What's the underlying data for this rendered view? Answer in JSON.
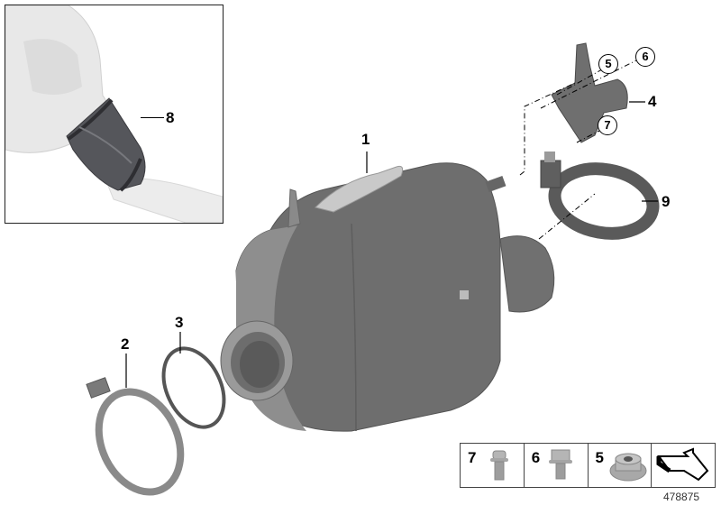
{
  "diagram": {
    "type": "exploded-parts-diagram",
    "subject": "diesel particulate filter / catalytic converter assembly",
    "figure_number": "478875",
    "inset": {
      "callout": "8",
      "part": "sleeve / coupling boot on intake pipe"
    },
    "callouts": [
      {
        "id": "1",
        "part": "main canister (particulate filter)"
      },
      {
        "id": "2",
        "part": "clamp with bolt"
      },
      {
        "id": "3",
        "part": "gasket ring"
      },
      {
        "id": "4",
        "part": "bracket"
      },
      {
        "id": "5",
        "part": "nut",
        "circled": true
      },
      {
        "id": "6",
        "part": "bolt",
        "circled": true
      },
      {
        "id": "7",
        "part": "bolt",
        "circled": true
      },
      {
        "id": "8",
        "part": "sleeve (inset)"
      },
      {
        "id": "9",
        "part": "strap clamp"
      }
    ],
    "legend": [
      {
        "num": "7",
        "icon": "torx-flange-bolt-icon"
      },
      {
        "num": "6",
        "icon": "hex-flange-bolt-icon"
      },
      {
        "num": "5",
        "icon": "hex-flange-nut-icon"
      },
      {
        "num": "",
        "icon": "direction-arrow-icon"
      }
    ],
    "colors": {
      "part_dark": "#5a5a5a",
      "part_mid": "#7b7b7b",
      "part_light": "#b8b8b8",
      "inset_part": "#e6e6e6",
      "sleeve": "#4a4a4f",
      "line": "#000000"
    }
  }
}
